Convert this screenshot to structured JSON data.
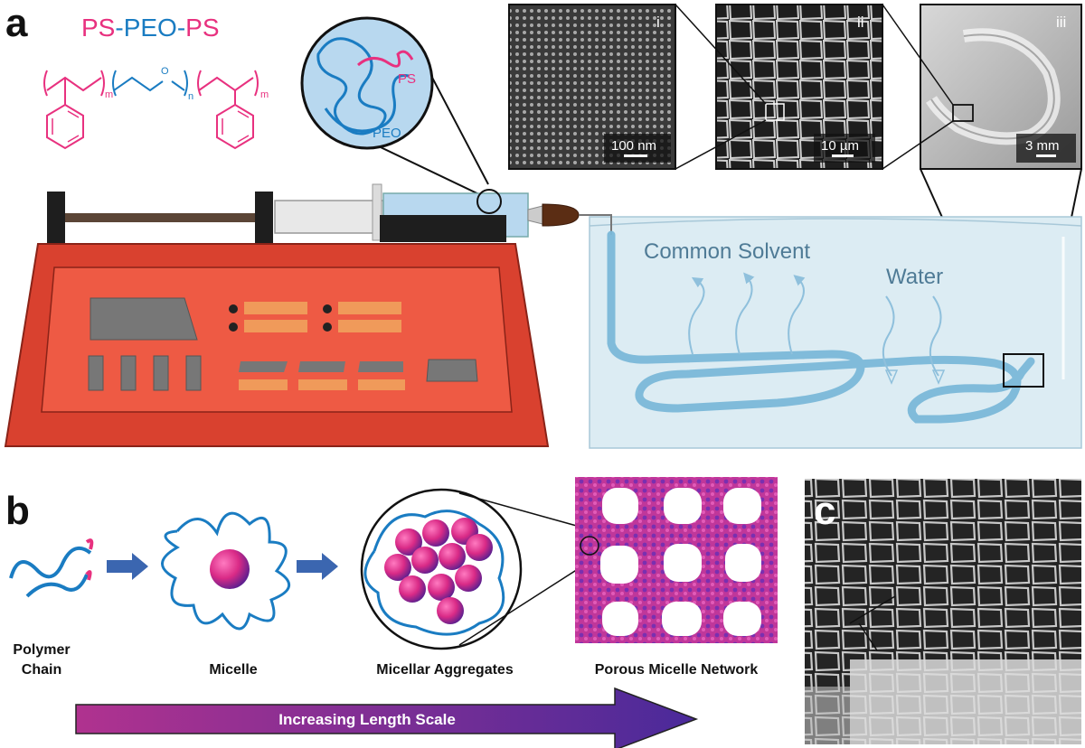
{
  "panels": {
    "a": "a",
    "b": "b",
    "c": "c"
  },
  "copolymer": {
    "name_parts": [
      "PS",
      "-",
      "PEO",
      "-",
      "PS"
    ],
    "subscripts": {
      "m1": "m",
      "n": "n",
      "m2": "m",
      "oxygen": "O"
    }
  },
  "inset_circle": {
    "ps_label": "PS",
    "peo_label": "PEO"
  },
  "sem_images": [
    {
      "roman": "i",
      "scale": "100 nm"
    },
    {
      "roman": "ii",
      "scale": "10 µm"
    },
    {
      "roman": "iii",
      "scale": "3 mm"
    }
  ],
  "tank": {
    "solvent_label": "Common Solvent",
    "water_label": "Water"
  },
  "process_steps": [
    "Polymer Chain",
    "Micelle",
    "Micellar Aggregates",
    "Porous Micelle Network"
  ],
  "length_arrow_label": "Increasing Length Scale",
  "colors": {
    "ps": "#e8317f",
    "peo": "#1a7cc2",
    "pump": "#d9412f",
    "tank": "#dcecf3",
    "arrow": "#6b2c91"
  }
}
